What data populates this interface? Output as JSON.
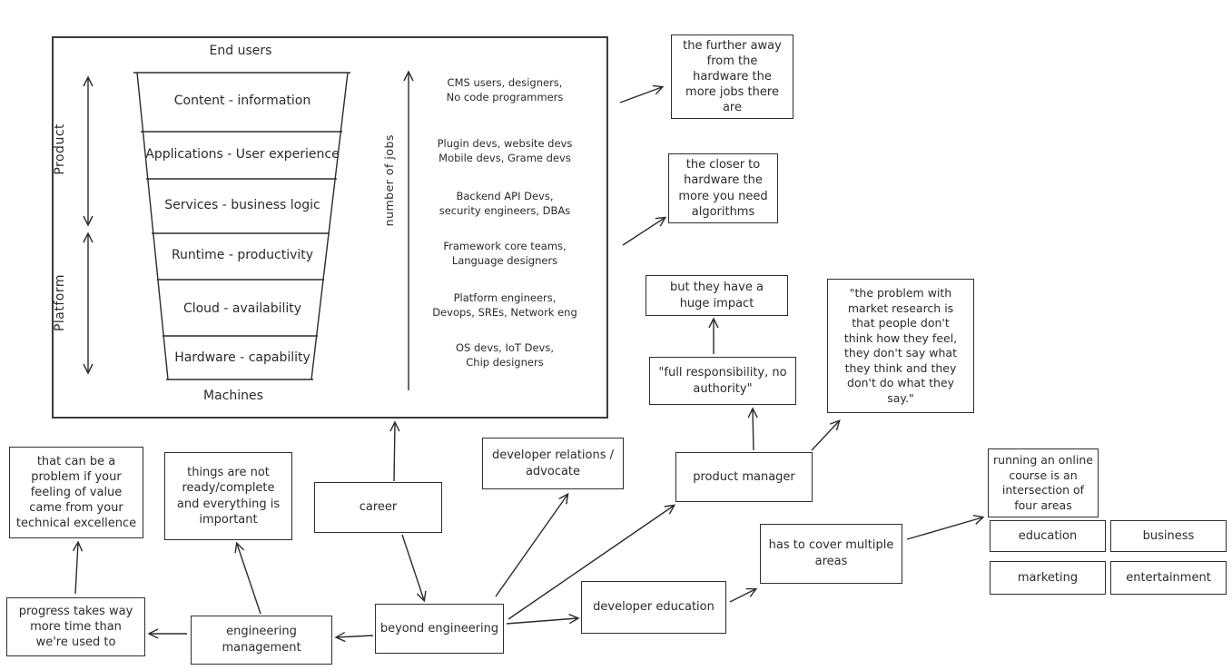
{
  "colors": {
    "ink": "#2b2b2b",
    "paper": "#ffffff"
  },
  "stack_panel": {
    "top_label": "End users",
    "bottom_label": "Machines",
    "product_label": "Product",
    "platform_label": "Platform",
    "axis_label": "number of jobs",
    "layers": [
      {
        "label": "Content - information",
        "jobs": "CMS users, designers,\nNo code programmers"
      },
      {
        "label": "Applications - User experience",
        "jobs": "Plugin devs, website devs\nMobile devs, Grame devs"
      },
      {
        "label": "Services - business logic",
        "jobs": "Backend API Devs,\nsecurity engineers, DBAs"
      },
      {
        "label": "Runtime - productivity",
        "jobs": "Framework core teams,\nLanguage designers"
      },
      {
        "label": "Cloud - availability",
        "jobs": "Platform engineers,\nDevops, SREs, Network eng"
      },
      {
        "label": "Hardware - capability",
        "jobs": "OS devs, IoT Devs,\nChip designers"
      }
    ]
  },
  "notes": {
    "further_away": "the further away\nfrom the\nhardware the\nmore jobs there\nare",
    "closer_hardware": "the closer to\nhardware the\nmore you need\nalgorithms",
    "huge_impact": "but they have a\nhuge impact",
    "full_responsibility": "\"full responsibility, no\nauthority\"",
    "market_research": "\"the problem with\nmarket research is\nthat people don't\nthink how they feel,\nthey don't say what\nthey think and they\ndon't do what they\nsay.\"",
    "that_can_be": "that can be a\nproblem if your\nfeeling of value\ncame from your\ntechnical excellence",
    "things_not_ready": "things are not\nready/complete\nand everything is\nimportant",
    "progress": "progress takes way\nmore time than\nwe're used to"
  },
  "nodes": {
    "career": "career",
    "beyond_engineering": "beyond engineering",
    "developer_relations": "developer relations /\nadvocate",
    "product_manager": "product manager",
    "developer_education": "developer education",
    "engineering_management": "engineering\nmanagement",
    "has_to_cover": "has to cover multiple\nareas",
    "course_intersection": "running an online\ncourse is an\nintersection of\nfour areas",
    "areas": [
      "education",
      "business",
      "marketing",
      "entertainment"
    ]
  }
}
